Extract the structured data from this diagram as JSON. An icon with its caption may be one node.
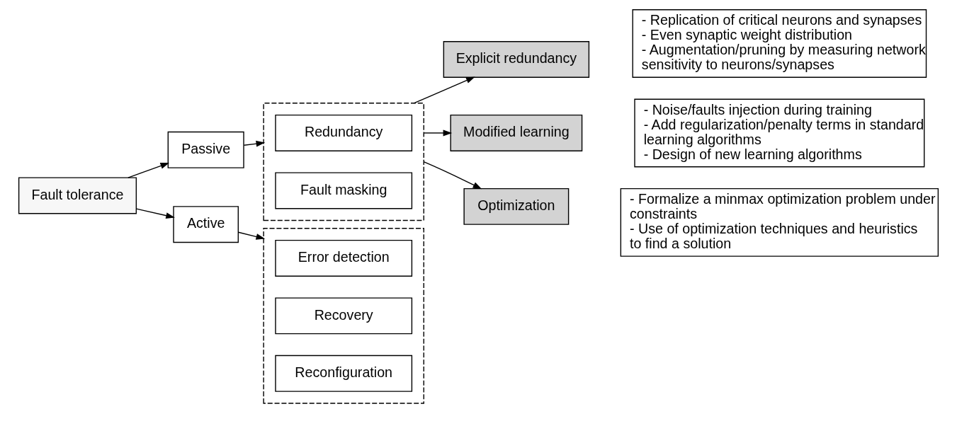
{
  "diagram": {
    "nodes": [
      {
        "text": [
          "Fault tolerance"
        ]
      },
      {
        "text": [
          "Passive"
        ]
      },
      {
        "text": [],
        "shape": "box"
      },
      {
        "text": [
          "Redundancy"
        ],
        "in": 2
      },
      {
        "text": [
          "Fault masking"
        ],
        "in": 2
      },
      {
        "text": [
          "Explicit redundancy"
        ]
      },
      {
        "text": [
          "- Replication of critical neurons and synapses",
          "- Even synaptic weight distribution",
          "- Augmentation/pruning by measuring network sensitivity to neurons/synapses"
        ]
      },
      {
        "text": [
          "Modified learning"
        ]
      },
      {
        "text": [
          "- Noise/faults injection during training",
          "- Add regularization/penalty terms in standard learning algorithms",
          "- Design of new learning algorithms"
        ]
      },
      {
        "text": [
          "Optimization"
        ]
      },
      {
        "text": [
          "- Formalize a minmax optimization problem under constraints",
          "- Use of optimization techniques and heuristics to find a solution"
        ]
      },
      {
        "text": [
          "Active"
        ]
      },
      {
        "text": [],
        "shape": "box"
      },
      {
        "text": [
          "Error detection"
        ],
        "in": 12
      },
      {
        "text": [
          "Recovery"
        ],
        "in": 12
      },
      {
        "text": [
          "Reconfiguration"
        ],
        "in": 12
      }
    ],
    "edges": [
      {
        "from": 0,
        "to": 1,
        "arrow": "to"
      },
      {
        "from": 0,
        "to": 11,
        "arrow": "to"
      },
      {
        "from": 1,
        "to": 2,
        "arrow": "to"
      },
      {
        "from": 11,
        "to": 12,
        "arrow": "to"
      },
      {
        "from": 2,
        "to": 5,
        "arrow": "to"
      },
      {
        "from": 2,
        "to": 7,
        "arrow": "to"
      },
      {
        "from": 2,
        "to": 9,
        "arrow": "to"
      }
    ]
  }
}
